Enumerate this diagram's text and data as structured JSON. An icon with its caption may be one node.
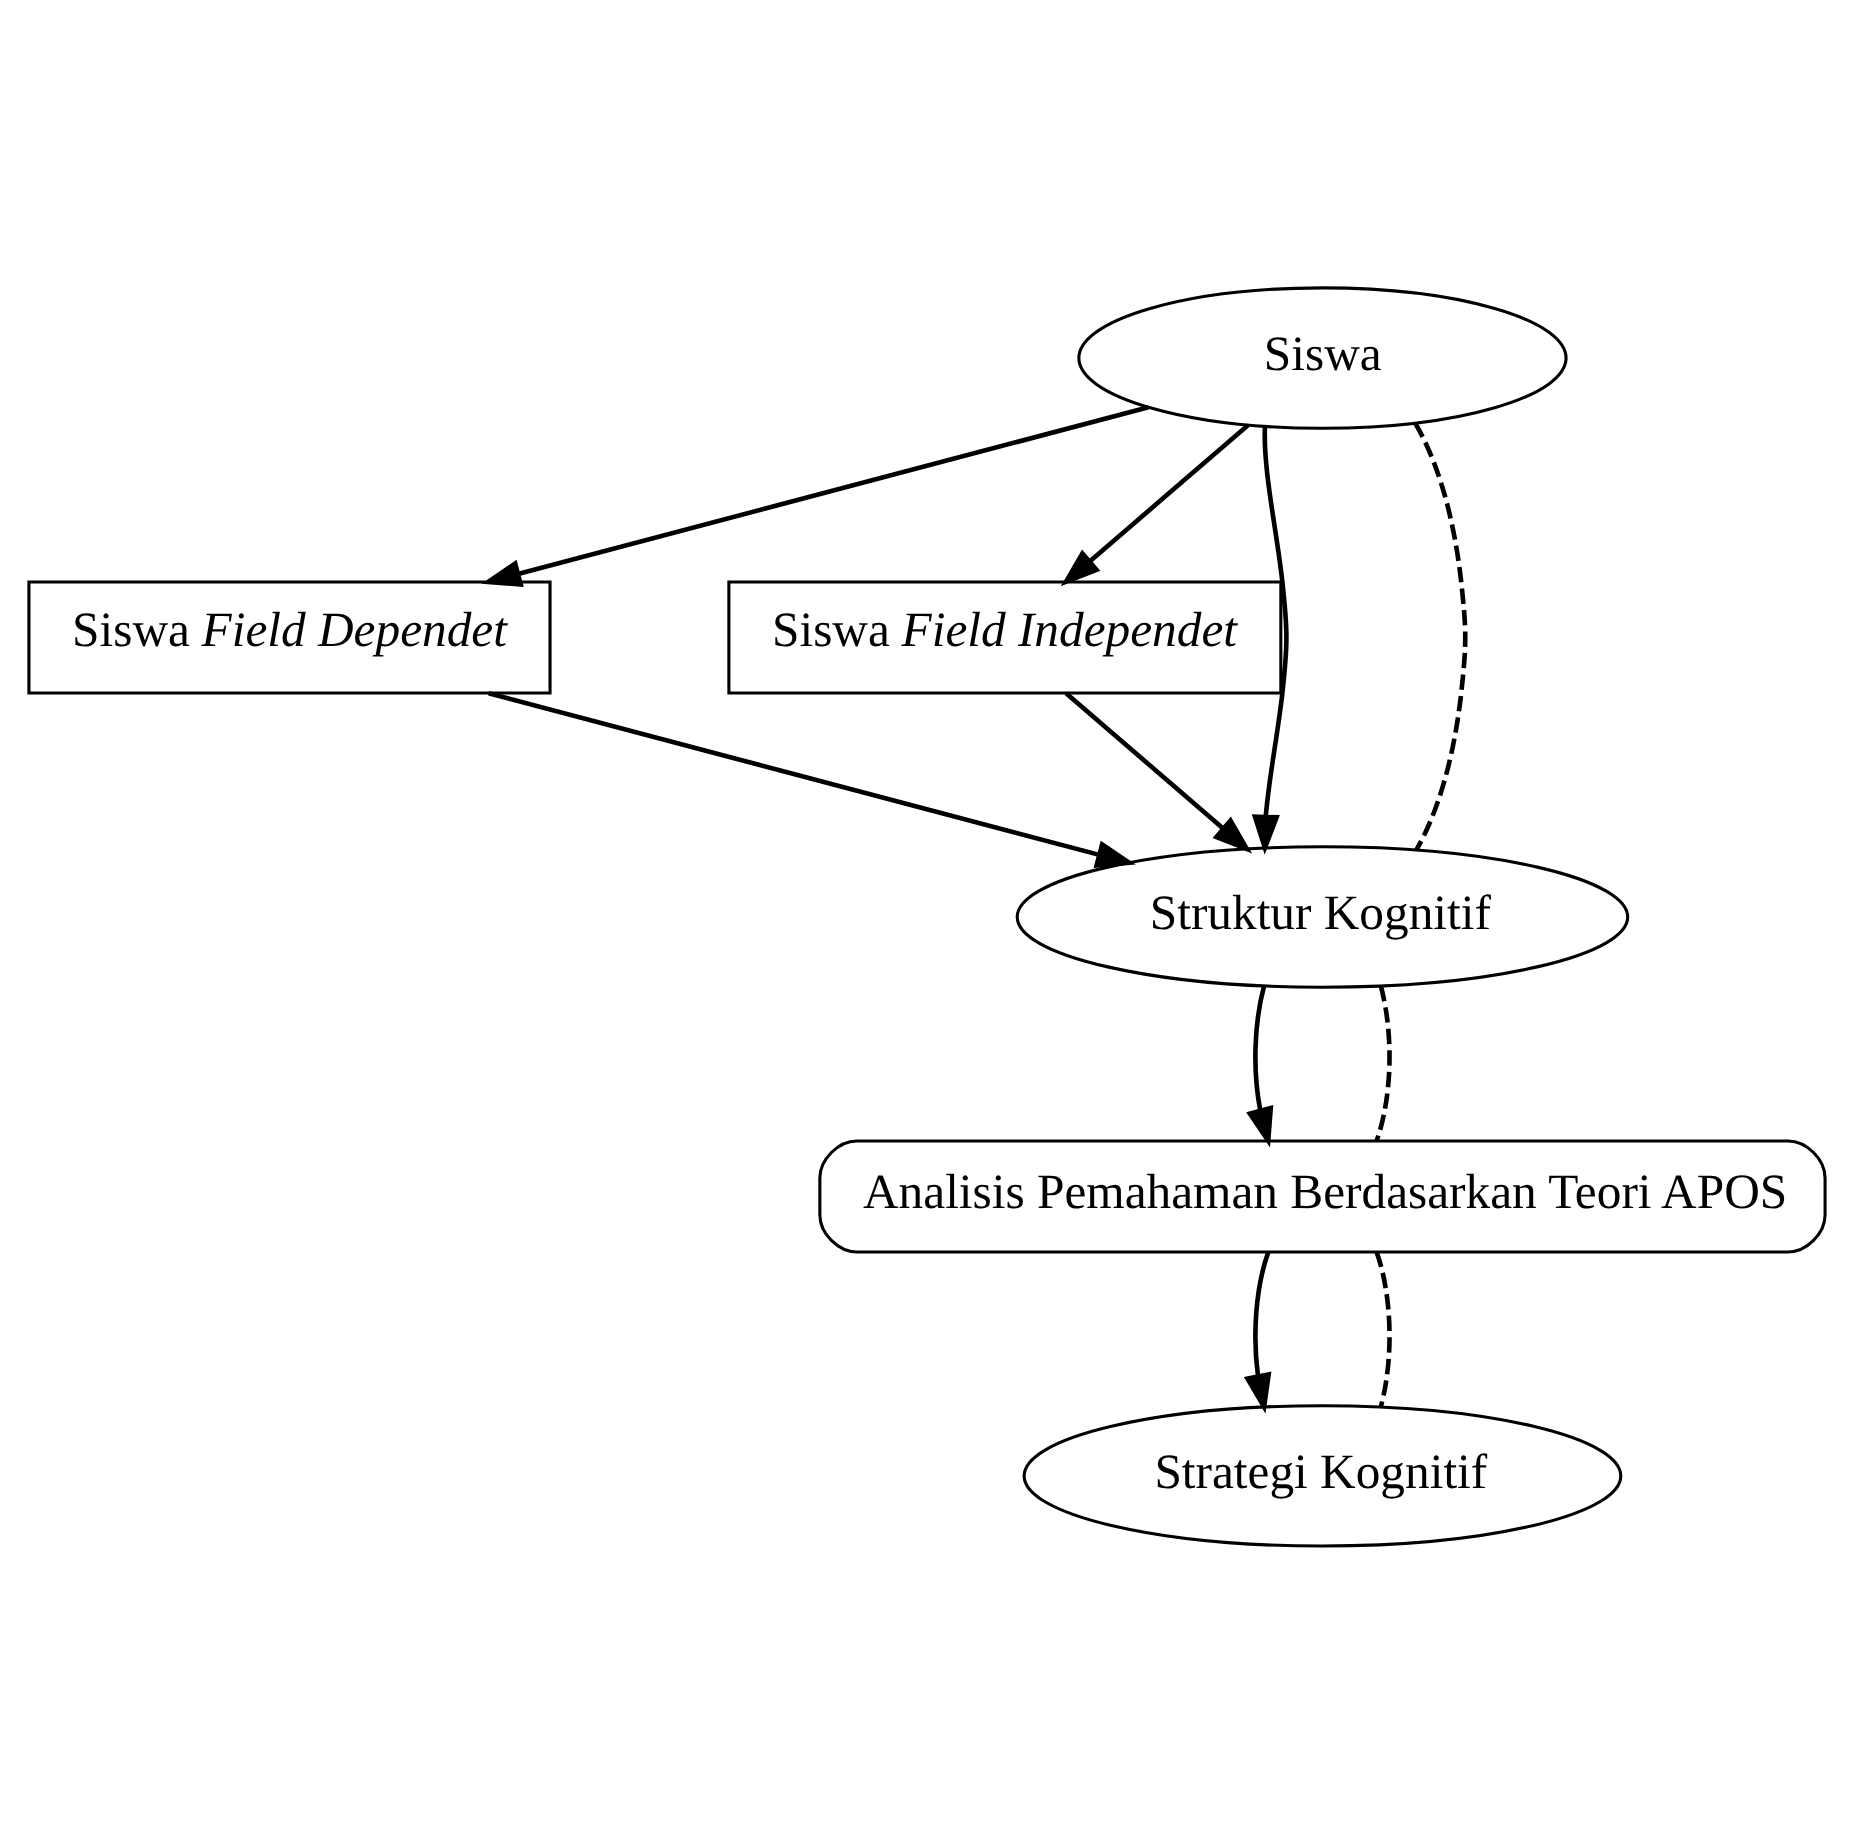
{
  "diagram": {
    "nodes": [
      {
        "text": [
          "Siswa"
        ]
      },
      {
        "text": [
          "Siswa *Field Dependet*"
        ]
      },
      {
        "text": [
          "Siswa *Field Independet*"
        ]
      },
      {
        "text": [
          "Struktur Kognitif"
        ]
      },
      {
        "text": [
          "Analisis Pemahaman Berdasarkan Teori APOS"
        ]
      },
      {
        "text": [
          "Strategi Kognitif"
        ]
      }
    ],
    "edges": [
      {
        "from": 0,
        "to": 1,
        "arrow": "to"
      },
      {
        "from": 0,
        "to": 2,
        "arrow": "to"
      },
      {
        "from": 0,
        "to": 3,
        "arrow": "to"
      },
      {
        "from": 0,
        "to": 3,
        "arrow": "none",
        "style": "dashed"
      },
      {
        "from": 1,
        "to": 3,
        "arrow": "to"
      },
      {
        "from": 2,
        "to": 3,
        "arrow": "to"
      },
      {
        "from": 3,
        "to": 4,
        "arrow": "to"
      },
      {
        "from": 3,
        "to": 4,
        "arrow": "none",
        "style": "dashed"
      },
      {
        "from": 4,
        "to": 5,
        "arrow": "to"
      },
      {
        "from": 4,
        "to": 5,
        "arrow": "none",
        "style": "dashed"
      }
    ]
  }
}
